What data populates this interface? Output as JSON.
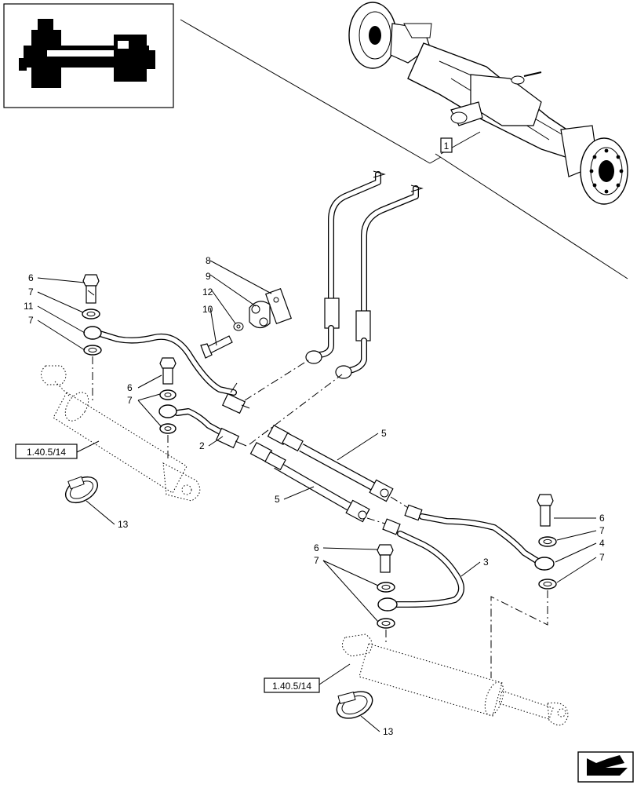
{
  "callouts": {
    "c8": "8",
    "c9": "9",
    "c12": "12",
    "c10": "10",
    "c6a": "6",
    "c7a": "7",
    "c11": "11",
    "c7b": "7",
    "c6b": "6",
    "c7c": "7",
    "c2": "2",
    "c5a": "5",
    "c5b": "5",
    "c6c": "6",
    "c7d": "7",
    "c4": "4",
    "c7e": "7",
    "c6d": "6",
    "c7f": "7",
    "c3": "3",
    "c13a": "13",
    "c13b": "13",
    "c1": "1"
  },
  "references": {
    "ref_top": "1.40.5/14",
    "ref_bottom": "1.40.5/14"
  },
  "icons": {
    "nav": "next-page-arrow-icon",
    "thumbnail": "axle-thumbnail-icon"
  }
}
